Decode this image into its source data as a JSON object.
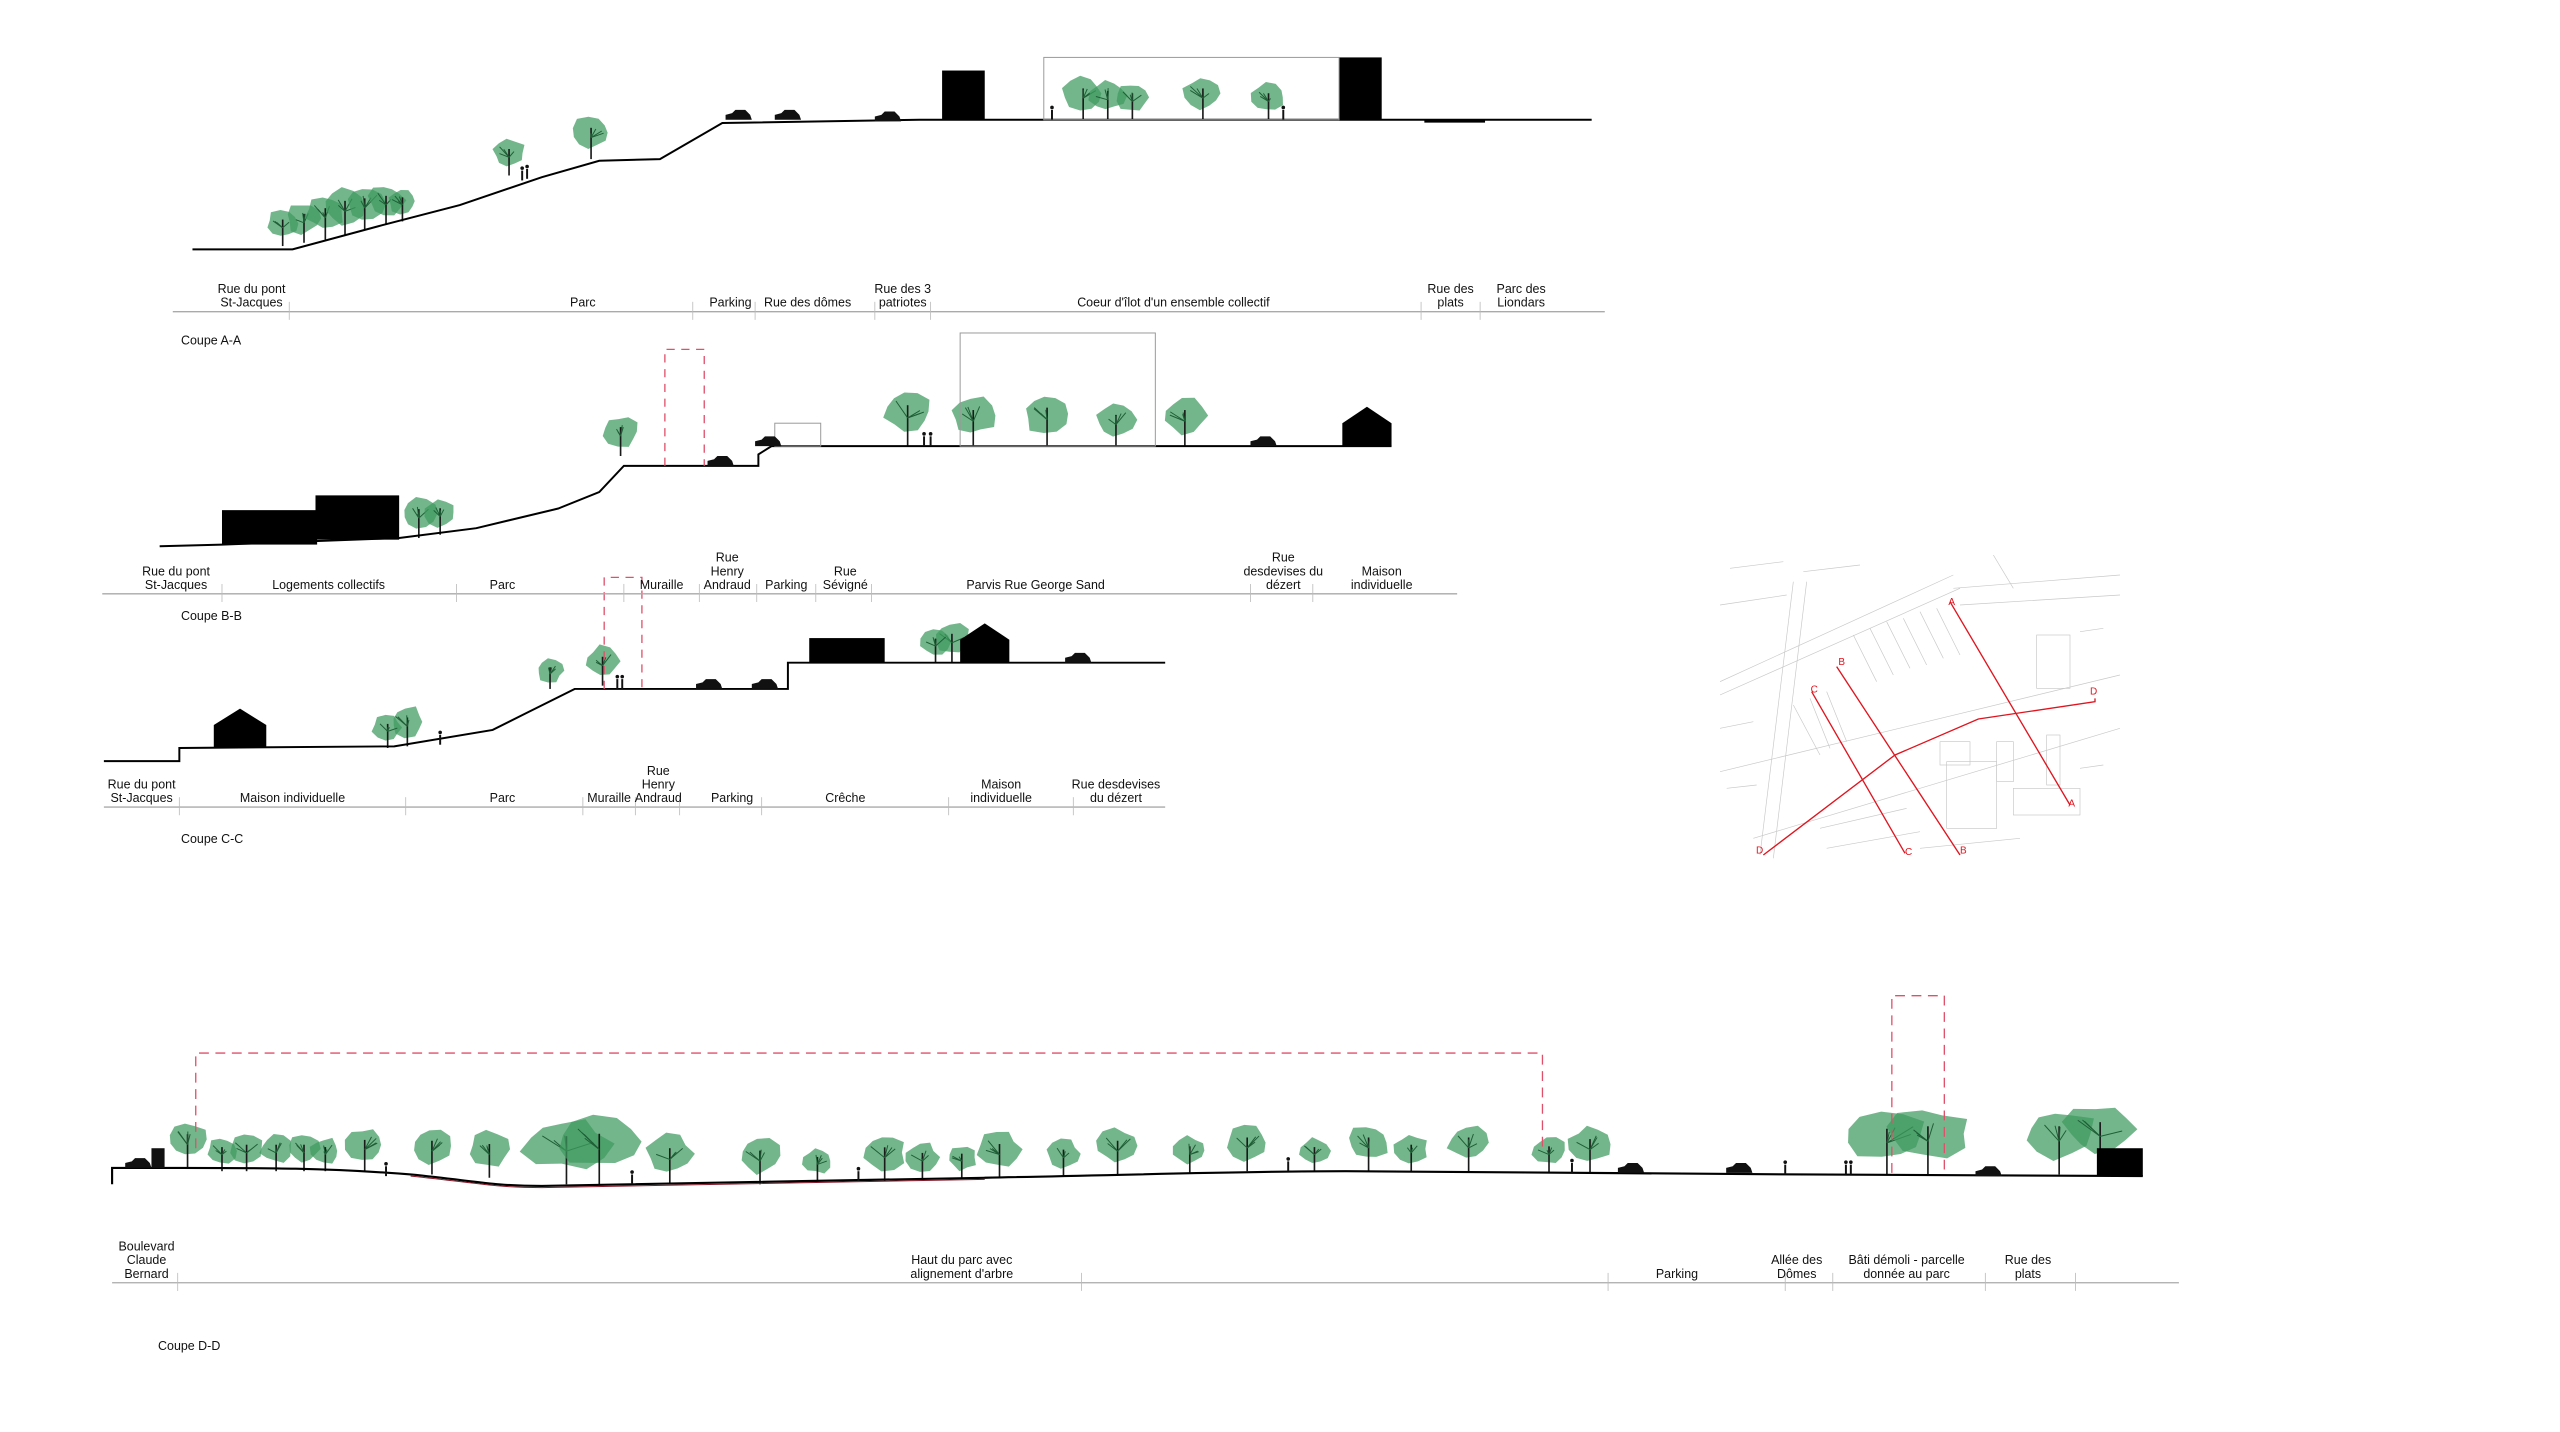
{
  "colors": {
    "tree": "#3e9a5e",
    "tree_dark": "#1f5e36",
    "ground": "#000000",
    "dashed": "#e0506a",
    "section_line": "#e0141e",
    "map_lines": "#c8c8c8"
  },
  "sections": [
    {
      "title": "Coupe A-A",
      "labels": [
        [
          "Rue du pont",
          "St-Jacques"
        ],
        [
          "Parc"
        ],
        [
          "Parking"
        ],
        [
          "Rue des dômes"
        ],
        [
          "Rue des 3",
          "patriotes"
        ],
        [
          "Coeur d'îlot d'un ensemble collectif"
        ],
        [
          "Rue des",
          "plats"
        ],
        [
          "Parc des",
          "Liondars"
        ]
      ]
    },
    {
      "title": "Coupe B-B",
      "labels": [
        [
          "Rue du pont",
          "St-Jacques"
        ],
        [
          "Logements collectifs"
        ],
        [
          "Parc"
        ],
        [
          "Muraille"
        ],
        [
          "Rue",
          "Henry",
          "Andraud"
        ],
        [
          "Parking"
        ],
        [
          "Rue",
          "Sévigné"
        ],
        [
          "Parvis Rue George Sand"
        ],
        [
          "Rue",
          "desdevises du",
          "dézert"
        ],
        [
          "Maison",
          "individuelle"
        ]
      ]
    },
    {
      "title": "Coupe C-C",
      "labels": [
        [
          "Rue du pont",
          "St-Jacques"
        ],
        [
          "Maison individuelle"
        ],
        [
          "Parc"
        ],
        [
          "Muraille"
        ],
        [
          "Rue",
          "Henry",
          "Andraud"
        ],
        [
          "Parking"
        ],
        [
          "Crêche"
        ],
        [
          "Maison",
          "individuelle"
        ],
        [
          "Rue desdevises",
          "du dézert"
        ]
      ]
    },
    {
      "title": "Coupe D-D",
      "labels": [
        [
          "Boulevard",
          "Claude",
          "Bernard"
        ],
        [
          "Haut du parc avec",
          "alignement d'arbre"
        ],
        [
          "Parking"
        ],
        [
          "Allée des",
          "Dômes"
        ],
        [
          "Bâti démoli - parcelle",
          "donnée au parc"
        ],
        [
          "Rue des",
          "plats"
        ]
      ]
    }
  ],
  "map": {
    "markers": [
      "A",
      "A",
      "B",
      "B",
      "C",
      "C",
      "D",
      "D"
    ]
  }
}
